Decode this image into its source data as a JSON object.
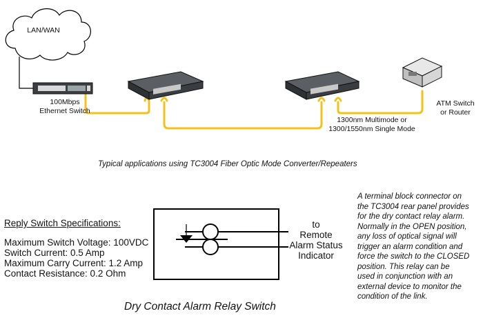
{
  "network": {
    "cloud_label": "LAN/WAN",
    "switch_label": [
      "100Mbps",
      "Ethernet Switch"
    ],
    "atm_label": [
      "ATM Switch",
      "or Router"
    ],
    "fiber_label": [
      "1300nm Multimode or",
      "1300/1550nm Single Mode"
    ],
    "caption": "Typical applications using TC3004  Fiber Optic Mode Converter/Repeaters",
    "colors": {
      "fiber": "#f2c21b",
      "device": "#3a3d40",
      "line": "#000000"
    }
  },
  "specs": {
    "heading": "Reply Switch Specifications:",
    "lines": [
      "Maximum Switch Voltage: 100VDC",
      "Switch Current: 0.5 Amp",
      "Maximum Carry Current: 1.2 Amp",
      "Contact Resistance: 0.2 Ohm"
    ]
  },
  "relay": {
    "remote_label": [
      "to",
      "Remote",
      "Alarm Status",
      "Indicator"
    ],
    "caption": "Dry Contact Alarm Relay Switch"
  },
  "description": [
    "A terminal block connector on",
    "the TC3004 rear panel provides",
    "for the dry contact relay alarm.",
    "Normally in the OPEN position,",
    "any loss of optical signal will",
    "trigger an alarm condition and",
    "force the switch to the CLOSED",
    "position. This relay can be",
    "used in conjunction with an",
    "external device to monitor the",
    "condition of the link."
  ]
}
